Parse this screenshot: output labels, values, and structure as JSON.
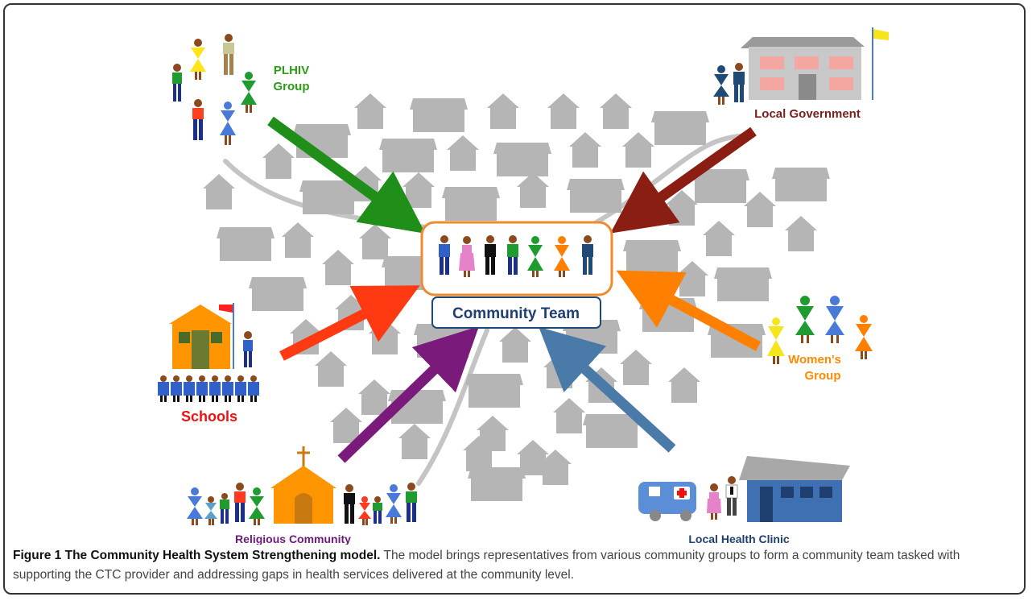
{
  "diagram": {
    "center": {
      "label": "Community Team"
    },
    "groups": [
      {
        "id": "plhiv",
        "label_line1": "PLHIV",
        "label_line2": "Group",
        "color": "#2e9a16"
      },
      {
        "id": "local-government",
        "label": "Local Government",
        "color": "#7a2020"
      },
      {
        "id": "schools",
        "label": "Schools",
        "color": "#ee1111"
      },
      {
        "id": "womens",
        "label_line1": "Women's",
        "label_line2": "Group",
        "color": "#ff8a00"
      },
      {
        "id": "religious",
        "label": "Religious Community",
        "color": "#6b1a7a"
      },
      {
        "id": "clinic",
        "label": "Local Health Clinic",
        "color": "#1f3f70"
      }
    ],
    "arrow_colors": {
      "plhiv": "#1f8f1a",
      "government": "#8b1e12",
      "schools": "#ff3a12",
      "womens": "#ff8000",
      "religious": "#7a1a7a",
      "clinic": "#4a7aa8"
    }
  },
  "caption": {
    "title": "Figure 1 The Community Health System Strengthening model.",
    "text": " The model brings representatives from various community groups to form a community team tasked with supporting the CTC provider and addressing gaps in health services delivered at the community level."
  }
}
